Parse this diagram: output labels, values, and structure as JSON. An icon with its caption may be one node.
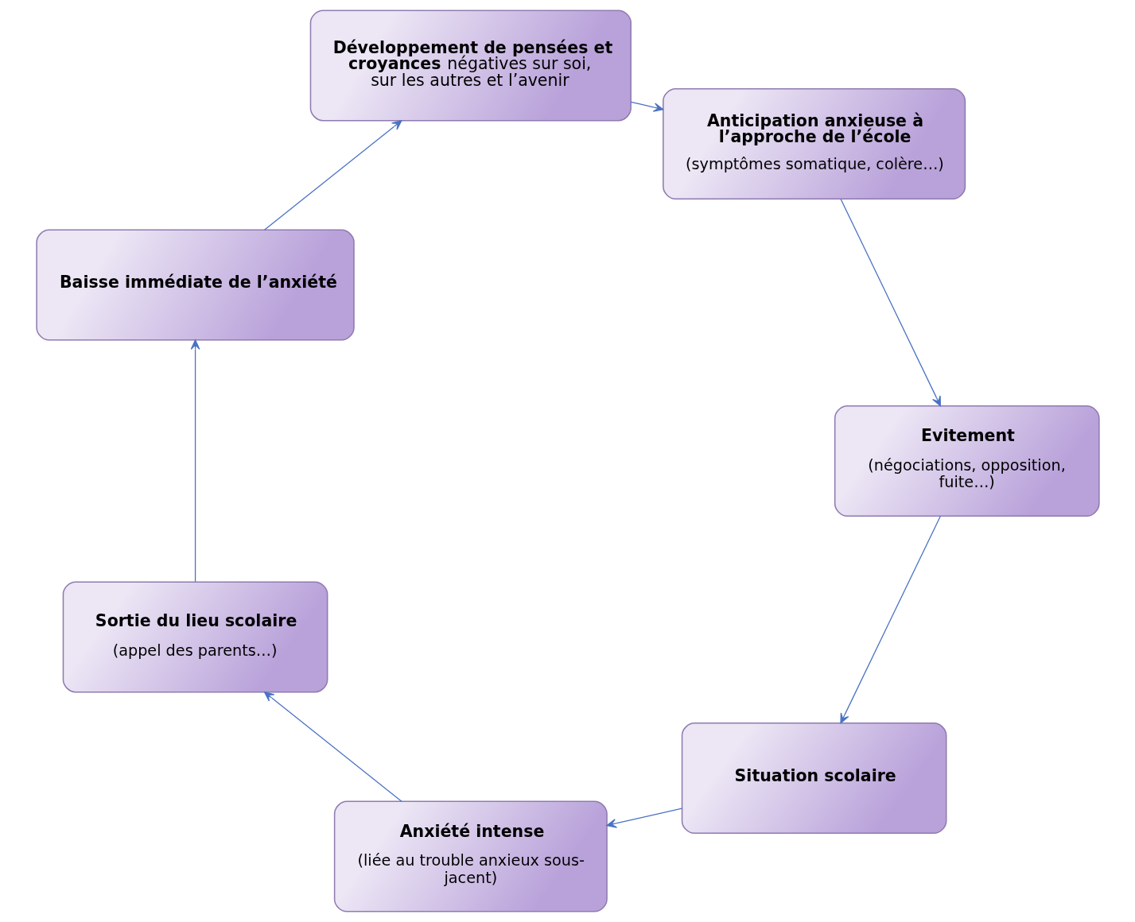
{
  "diagram": {
    "nodes": [
      {
        "text": [
          "Situation scolaire"
        ]
      },
      {
        "text": [
          "Evitement",
          "(négociations, opposition, fuite…)"
        ]
      },
      {
        "text": [
          "Anxiété intense",
          "(liée au trouble anxieux sous-jacent)"
        ]
      },
      {
        "text": [
          "Anticipation anxieuse à l’approche de l’école",
          "(symptômes somatique, colère…)"
        ]
      },
      {
        "text": [
          "Sortie du lieu scolaire",
          "(appel des parents…)"
        ]
      },
      {
        "text": [
          "**Développement de pensées et croyances** négatives sur soi, sur les autres et l’avenir"
        ]
      },
      {
        "text": [
          "Baisse immédiate de l’anxiété"
        ]
      }
    ],
    "edges": [
      {
        "from": 0,
        "to": 2,
        "arrow": "to"
      },
      {
        "from": 2,
        "to": 4,
        "arrow": "to"
      },
      {
        "from": 4,
        "to": 6,
        "arrow": "to"
      },
      {
        "from": 6,
        "to": 5,
        "arrow": "to"
      },
      {
        "from": 5,
        "to": 3,
        "arrow": "to"
      },
      {
        "from": 3,
        "to": 1,
        "arrow": "to"
      },
      {
        "from": 1,
        "to": 0,
        "arrow": "to"
      }
    ]
  }
}
